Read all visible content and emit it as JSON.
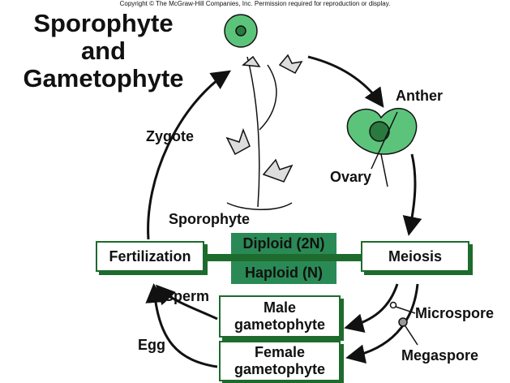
{
  "copyright": "Copyright © The McGraw-Hill Companies, Inc. Permission required for reproduction or display.",
  "title": [
    "Sporophyte",
    "and",
    "Gametophyte"
  ],
  "labels": {
    "zygote": "Zygote",
    "anther": "Anther",
    "ovary": "Ovary",
    "sporophyte": "Sporophyte",
    "sperm": "Sperm",
    "egg": "Egg",
    "microspore": "Microspore",
    "megaspore": "Megaspore"
  },
  "boxes": {
    "fertilization": "Fertilization",
    "meiosis": "Meiosis",
    "male": "Male gametophyte",
    "female": "Female gametophyte"
  },
  "ploidy": {
    "diploid": "Diploid (2N)",
    "haploid": "Haploid (N)"
  },
  "colors": {
    "box_border": "#1e6b2e",
    "ploidy_fill": "#2a8a55",
    "leaf_green": "#5cc47a"
  }
}
